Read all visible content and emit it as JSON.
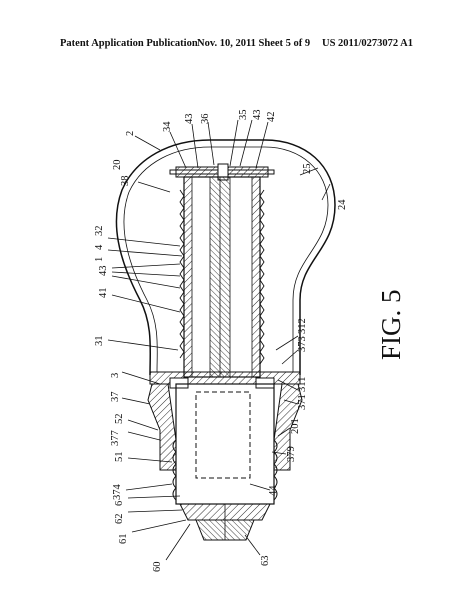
{
  "header": {
    "publication": "Patent Application Publication",
    "date_sheet": "Nov. 10, 2011   Sheet 5 of 9",
    "number": "US 2011/0273072 A1"
  },
  "figure": {
    "title": "FIG. 5",
    "labels": {
      "l2": "2",
      "l20": "20",
      "l24": "24",
      "l25": "25",
      "l34": "34",
      "l43a": "43",
      "l36": "36",
      "l35": "35",
      "l43b": "43",
      "l42": "42",
      "l38": "38",
      "l32": "32",
      "l4": "4",
      "l1": "1",
      "l43c": "43",
      "l41": "41",
      "l31": "31",
      "l3": "3",
      "l37": "37",
      "l52": "52",
      "l377": "377",
      "l51": "51",
      "l374": "374",
      "l6": "6",
      "l62": "62",
      "l61": "61",
      "l60": "60",
      "l312": "312",
      "l373": "373",
      "l311": "311",
      "l371": "371",
      "l201": "201",
      "l379": "379",
      "l44": "44",
      "l63": "63"
    }
  }
}
